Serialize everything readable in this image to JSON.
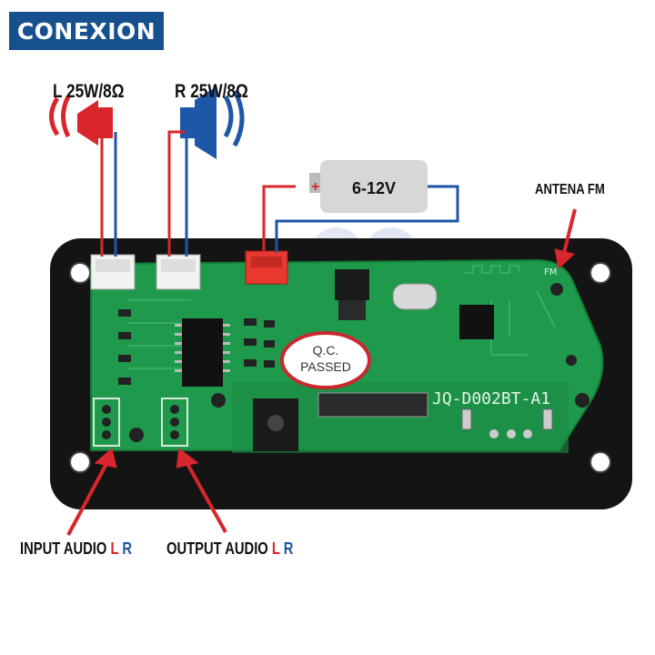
{
  "header": {
    "title": "CONEXION"
  },
  "speakers": {
    "left": {
      "label": "L 25W/8Ω",
      "color": "#d9262d"
    },
    "right": {
      "label": "R 25W/8Ω",
      "color": "#1e56a8"
    }
  },
  "power": {
    "label": "6-12V",
    "plus": "+"
  },
  "antenna": {
    "label": "ANTENA FM"
  },
  "input_audio": {
    "label": "INPUT AUDIO",
    "l": "L",
    "r": "R"
  },
  "output_audio": {
    "label": "OUTPUT AUDIO",
    "l": "L",
    "r": "R"
  },
  "board": {
    "model": "JQ-D002BT-A1",
    "stamp_line1": "Q.C.",
    "stamp_line2": "PASSED",
    "fm_mark": "FM"
  },
  "colors": {
    "red": "#d9262d",
    "blue": "#1e56a8",
    "pcb": "#1f9a4d",
    "frame": "#141414",
    "badge": "#16508f"
  }
}
